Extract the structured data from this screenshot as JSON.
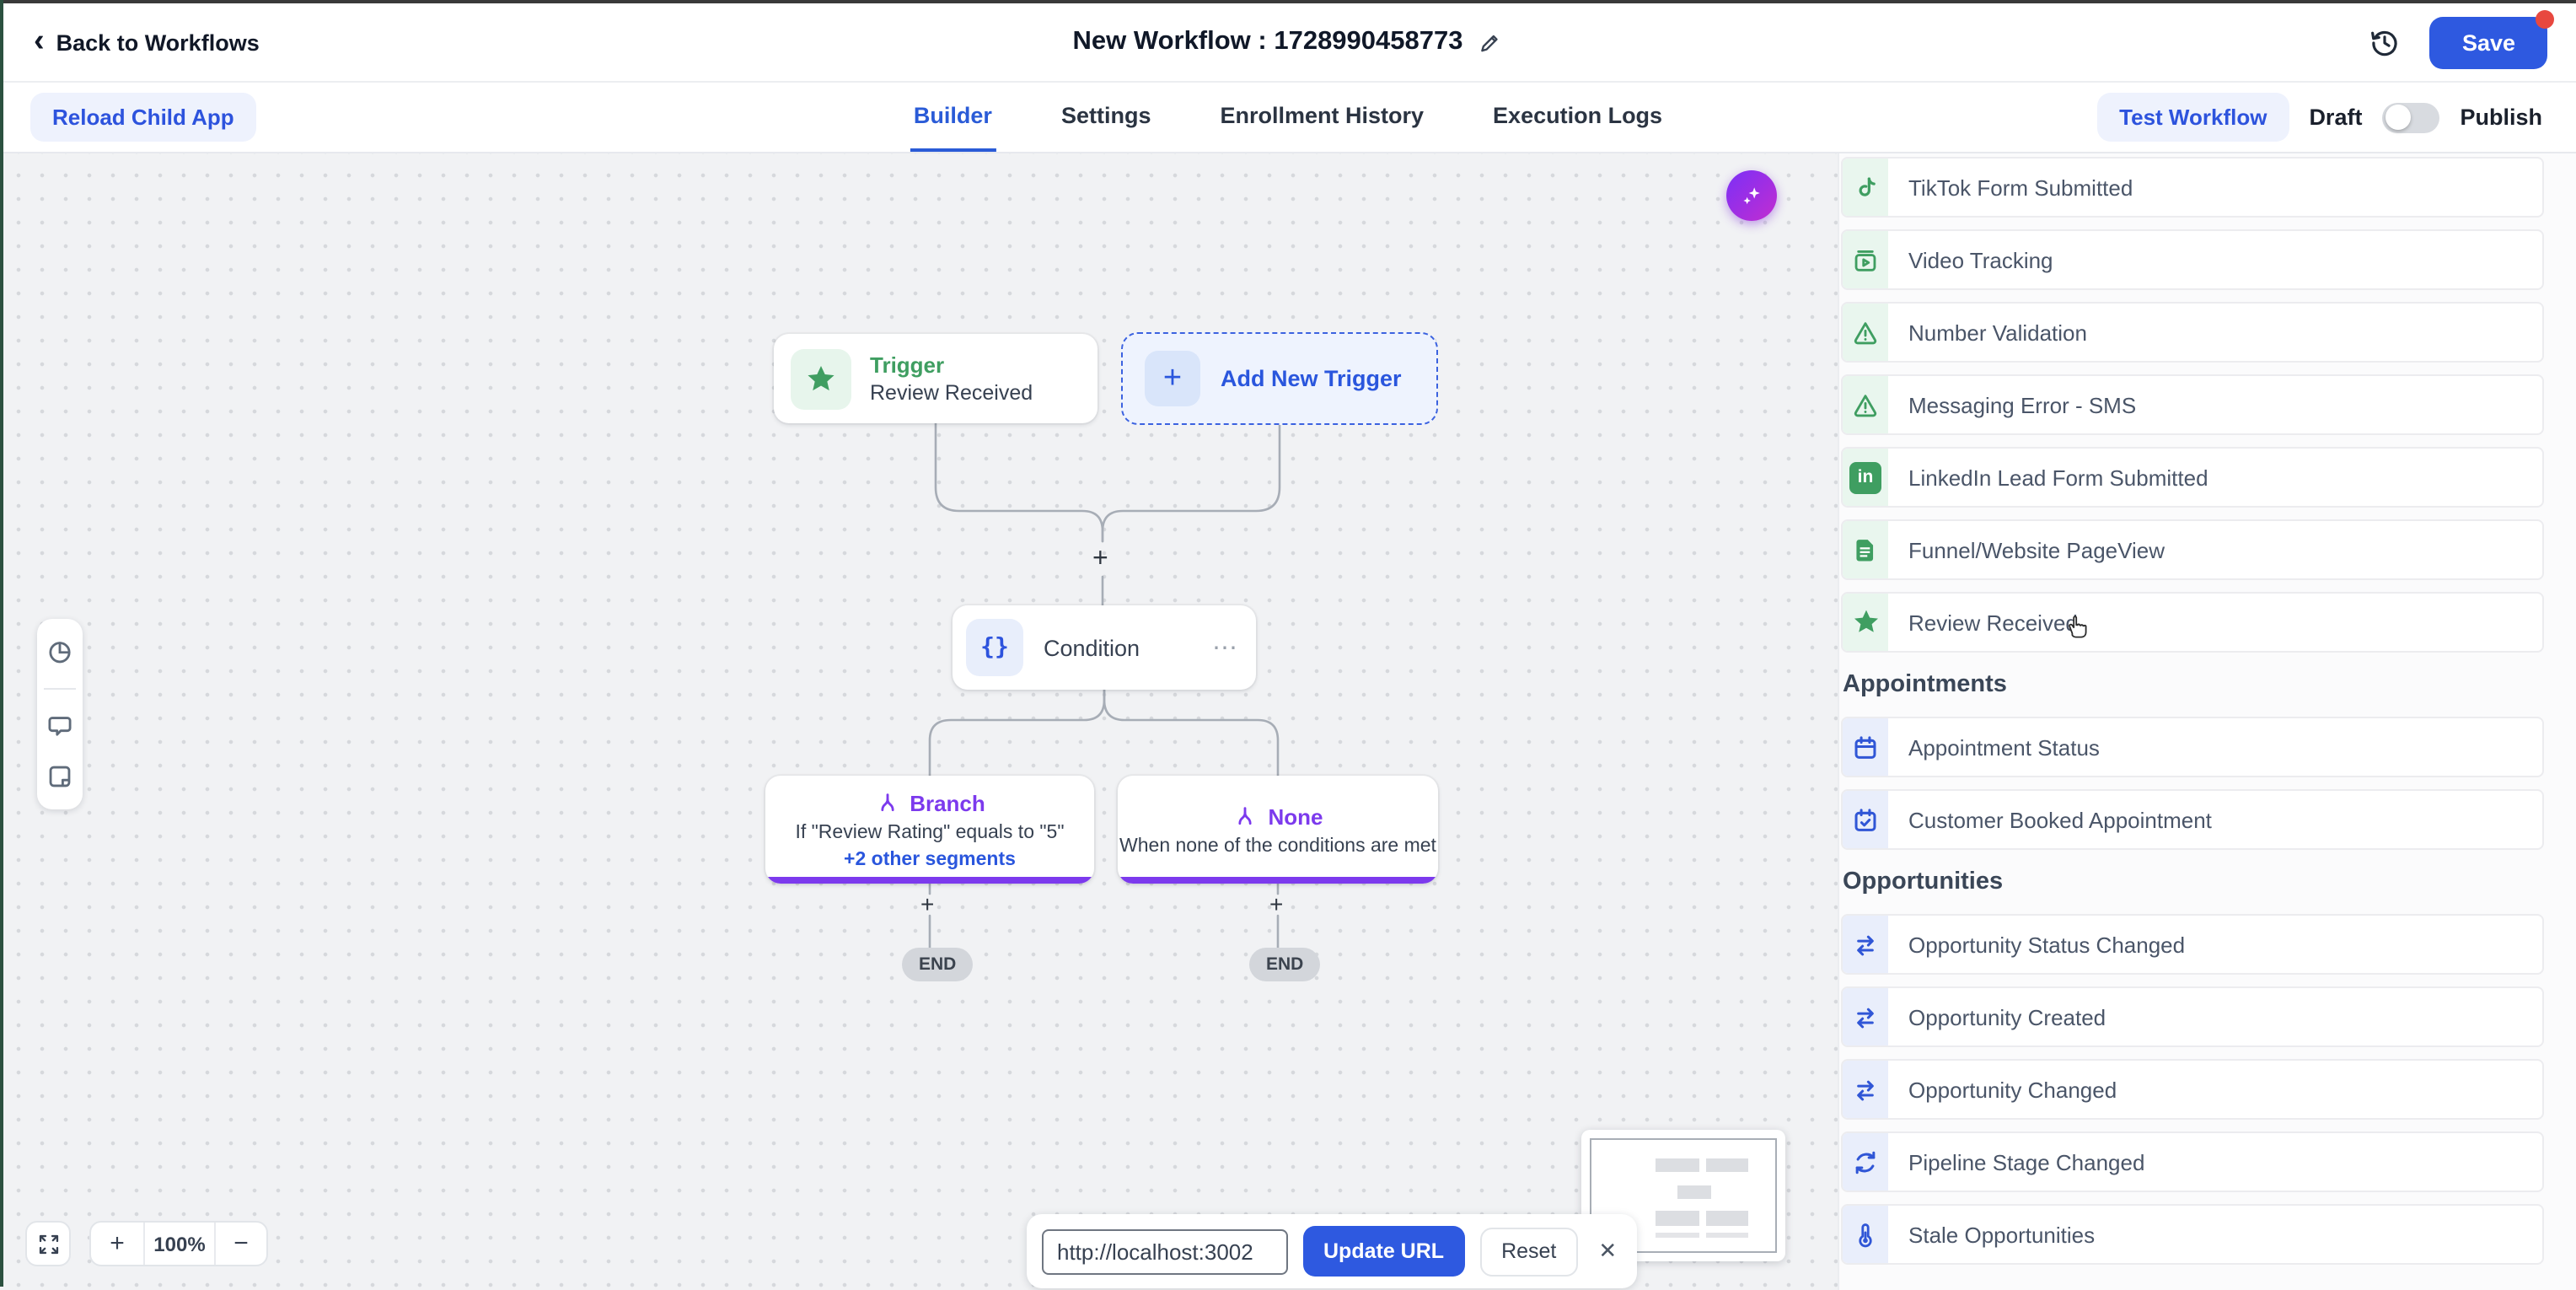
{
  "glyphs": {
    "plus": "+",
    "minus": "−",
    "close": "✕",
    "back_chevron": "‹",
    "more": "⋯",
    "linkedin": "in",
    "braces": "{}"
  },
  "header": {
    "back_label": "Back to Workflows",
    "title": "New Workflow : 1728990458773",
    "save_label": "Save"
  },
  "toolbar": {
    "reload_label": "Reload Child App",
    "tabs": [
      "Builder",
      "Settings",
      "Enrollment History",
      "Execution Logs"
    ],
    "active_tab": "Builder",
    "test_workflow_label": "Test Workflow",
    "draft_label": "Draft",
    "publish_label": "Publish"
  },
  "canvas": {
    "trigger_label": "Trigger",
    "trigger_sublabel": "Review Received",
    "add_trigger_label": "Add New Trigger",
    "condition_label": "Condition",
    "branch_title": "Branch",
    "branch_rule": "If \"Review Rating\" equals to \"5\"",
    "branch_more": "+2 other segments",
    "none_title": "None",
    "none_rule": "When none of the conditions are met",
    "end_label": "END",
    "zoom_percent": "100%"
  },
  "url_bar": {
    "value": "http://localhost:3002",
    "update_label": "Update URL",
    "reset_label": "Reset"
  },
  "sidebar": {
    "sections": [
      {
        "items": [
          {
            "label": "TikTok Form Submitted",
            "icon": "tiktok"
          },
          {
            "label": "Video Tracking",
            "icon": "video"
          },
          {
            "label": "Number Validation",
            "icon": "warning"
          },
          {
            "label": "Messaging Error - SMS",
            "icon": "warning"
          },
          {
            "label": "LinkedIn Lead Form Submitted",
            "icon": "linkedin"
          },
          {
            "label": "Funnel/Website PageView",
            "icon": "document"
          },
          {
            "label": "Review Received",
            "icon": "star"
          }
        ]
      },
      {
        "heading": "Appointments",
        "items": [
          {
            "label": "Appointment Status",
            "icon": "calendar"
          },
          {
            "label": "Customer Booked Appointment",
            "icon": "calendar-check"
          }
        ]
      },
      {
        "heading": "Opportunities",
        "items": [
          {
            "label": "Opportunity Status Changed",
            "icon": "swap"
          },
          {
            "label": "Opportunity Created",
            "icon": "swap"
          },
          {
            "label": "Opportunity Changed",
            "icon": "swap"
          },
          {
            "label": "Pipeline Stage Changed",
            "icon": "refresh"
          },
          {
            "label": "Stale Opportunities",
            "icon": "thermometer"
          }
        ]
      }
    ]
  },
  "colors": {
    "accent_blue": "#2e59e0",
    "green": "#3f9e61",
    "purple": "#7c3aed",
    "badge_red": "#e8483f"
  }
}
